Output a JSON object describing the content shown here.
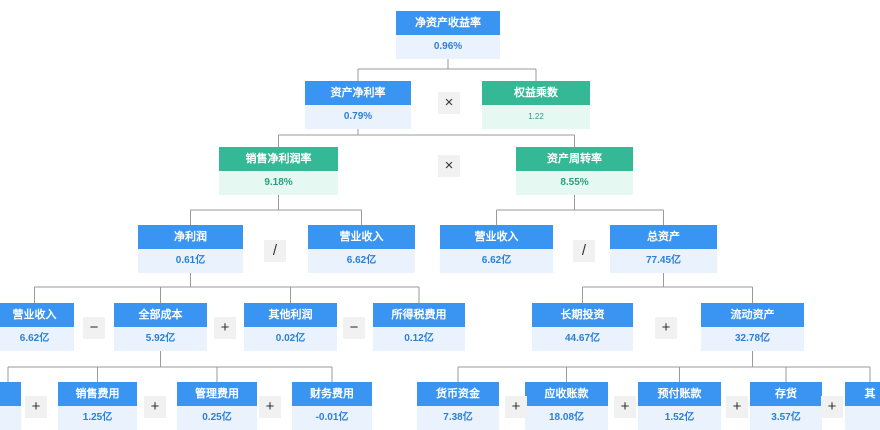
{
  "nodes": {
    "roe": {
      "title": "净资产收益率",
      "value": "0.96%"
    },
    "roa": {
      "title": "资产净利率",
      "value": "0.79%"
    },
    "equity_multiplier": {
      "title": "权益乘数",
      "value": "1.22"
    },
    "net_margin": {
      "title": "销售净利润率",
      "value": "9.18%"
    },
    "asset_turnover": {
      "title": "资产周转率",
      "value": "8.55%"
    },
    "net_profit": {
      "title": "净利润",
      "value": "0.61亿"
    },
    "revenue_a": {
      "title": "营业收入",
      "value": "6.62亿"
    },
    "revenue_b": {
      "title": "营业收入",
      "value": "6.62亿"
    },
    "total_assets": {
      "title": "总资产",
      "value": "77.45亿"
    },
    "revenue_c": {
      "title": "营业收入",
      "value": "6.62亿"
    },
    "total_cost": {
      "title": "全部成本",
      "value": "5.92亿"
    },
    "other_profit": {
      "title": "其他利润",
      "value": "0.02亿"
    },
    "income_tax": {
      "title": "所得税费用",
      "value": "0.12亿"
    },
    "long_term_investment": {
      "title": "长期投资",
      "value": "44.67亿"
    },
    "current_assets": {
      "title": "流动资产",
      "value": "32.78亿"
    },
    "selling_expense": {
      "title": "销售费用",
      "value": "1.25亿"
    },
    "admin_expense": {
      "title": "管理费用",
      "value": "0.25亿"
    },
    "finance_expense": {
      "title": "财务费用",
      "value": "-0.01亿"
    },
    "cash": {
      "title": "货币资金",
      "value": "7.38亿"
    },
    "receivables": {
      "title": "应收账款",
      "value": "18.08亿"
    },
    "prepayments": {
      "title": "预付账款",
      "value": "1.52亿"
    },
    "inventory": {
      "title": "存货",
      "value": "3.57亿"
    },
    "other_partial": {
      "title": "其",
      "value": ""
    },
    "leftmost_partial": {
      "title": "",
      "value": ""
    }
  },
  "operators": {
    "multiply": "×",
    "divide": "/",
    "plus": "+",
    "minus": "−"
  },
  "colors": {
    "blue_header": "#3a95f2",
    "blue_body": "#eaf3fd",
    "green_header": "#34b896",
    "green_body": "#e6f8f2",
    "connector": "#9a9a9a"
  }
}
